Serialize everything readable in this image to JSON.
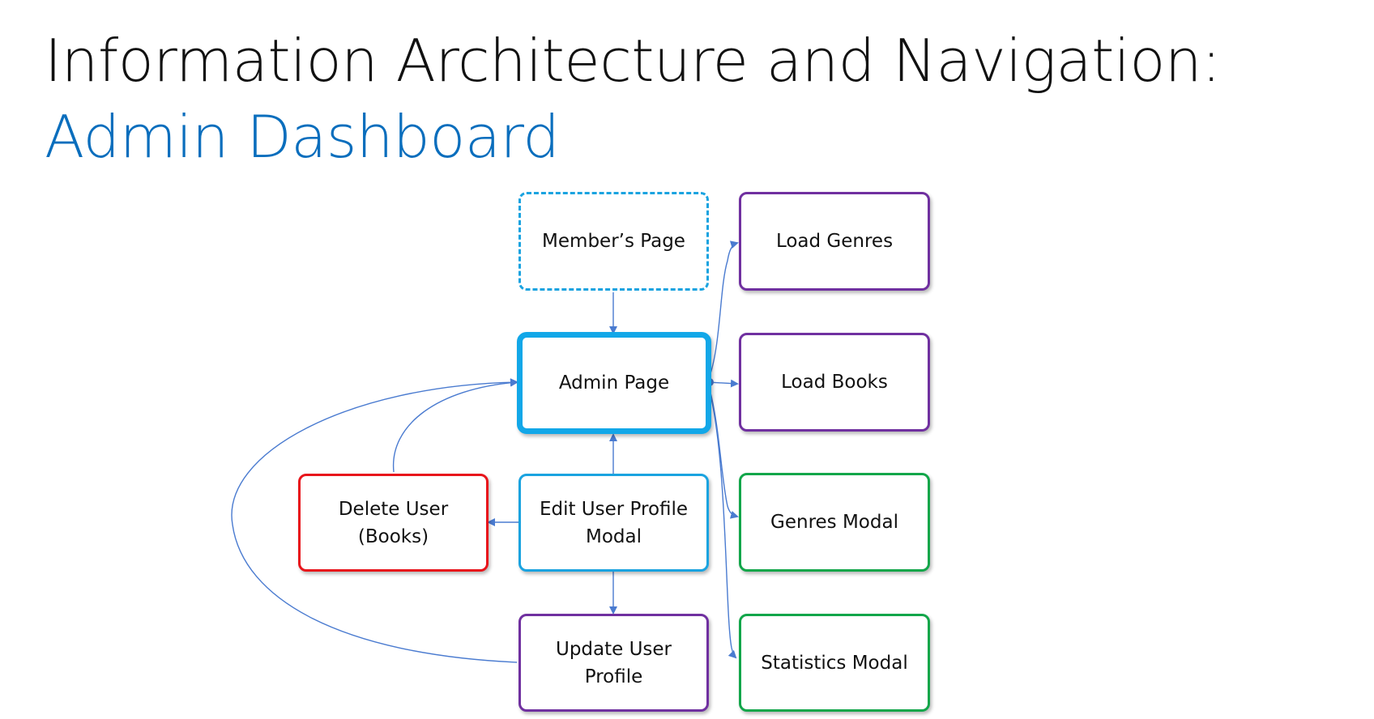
{
  "slide": {
    "title_line1": "Information Architecture and Navigation:",
    "title_line2": "Admin Dashboard"
  },
  "colors": {
    "title_text": "#111111",
    "subtitle_text": "#0a6ebd",
    "connector": "#4a7bd0",
    "blue_border": "#1aa3e0",
    "purple_border": "#7030a0",
    "green_border": "#12a64a",
    "red_border": "#e8141b"
  },
  "diagram": {
    "nodes": {
      "members_page": "Member’s Page",
      "admin_page": "Admin Page",
      "load_genres": "Load Genres",
      "load_books": "Load Books",
      "genres_modal": "Genres Modal",
      "statistics_modal": "Statistics Modal",
      "edit_user_profile_modal": "Edit User Profile\nModal",
      "delete_user_books": "Delete User\n(Books)",
      "update_user_profile": "Update User\nProfile"
    }
  }
}
